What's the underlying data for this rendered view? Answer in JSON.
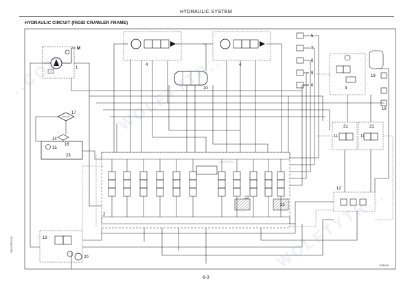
{
  "page": {
    "header": "HYDRAULIC SYSTEM",
    "title": "HYDRAULIC CIRCUIT (RIGID CRAWLER FRAME)",
    "page_number": "6-3",
    "side_note": "9803 REV.00",
    "figure_code": "Y03490"
  },
  "watermark": {
    "text_a": "WOLFTYTR...",
    "text_b": "..COM"
  },
  "callouts": {
    "c1": "1",
    "c2": "2",
    "c3": "3",
    "c4a": "4",
    "c4b": "4",
    "c5": "5",
    "c6": "6",
    "c7": "7",
    "c8": "8",
    "c9": "9",
    "c10": "10",
    "c11a": "11",
    "c11b": "11",
    "c12": "12",
    "c13": "13",
    "c14": "14",
    "c15": "15",
    "c16": "16",
    "c17": "17",
    "c18": "18",
    "c19": "19",
    "c20": "20",
    "c21a": "21",
    "c21b": "21",
    "c22a": "22",
    "c22b": "22",
    "c23": "23",
    "motor_symbol": "M"
  },
  "colors": {
    "line": "#1a1a1a",
    "thin_line": "#444444",
    "dashed": "#555555",
    "watermark": "#a0aac8"
  }
}
